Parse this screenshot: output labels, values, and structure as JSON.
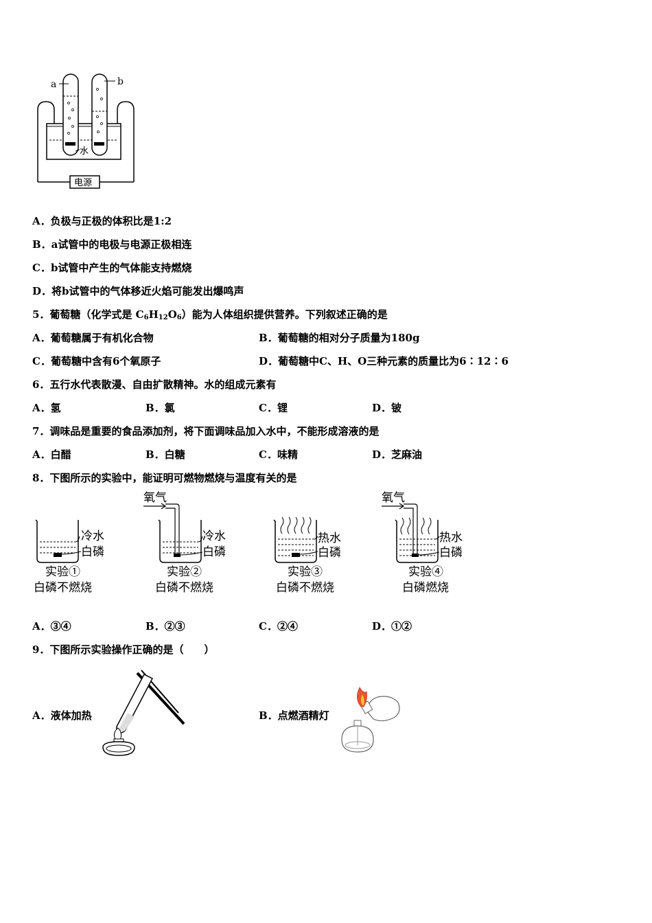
{
  "q4": {
    "diagram": {
      "label_a": "a",
      "label_b": "b",
      "water": "水",
      "power": "电源"
    },
    "options": [
      "A．负极与正极的体积比是1:2",
      "B．a试管中的电极与电源正极相连",
      "C．b试管中产生的气体能支持燃烧",
      "D．将b试管中的气体移近火焰可能发出爆鸣声"
    ]
  },
  "q5": {
    "stem_pre": "5．葡萄糖（化学式是 C",
    "sub1": "6",
    "h": "H",
    "sub2": "12",
    "o": "O",
    "sub3": "6",
    "stem_post": "）能为人体组织提供营养。下列叙述正确的是",
    "options": [
      "A．葡萄糖属于有机化合物",
      "B．葡萄糖的相对分子质量为180g",
      "C．葡萄糖中含有6个氧原子",
      "D．葡萄糖中C、H、O三种元素的质量比为6∶12∶6"
    ]
  },
  "q6": {
    "stem": "6．五行水代表散漫、自由扩散精神。水的组成元素有",
    "options": [
      "A．氢",
      "B．氯",
      "C．锂",
      "D．铍"
    ]
  },
  "q7": {
    "stem": "7．调味品是重要的食品添加剂，将下面调味品加入水中，不能形成溶液的是",
    "options": [
      "A．白醋",
      "B．白糖",
      "C．味精",
      "D．芝麻油"
    ]
  },
  "q8": {
    "stem": "8．下图所示的实验中，能证明可燃物燃烧与温度有关的是",
    "experiments": [
      {
        "water": "冷水",
        "phosphorus": "白磷",
        "oxygen": "",
        "title": "实验①",
        "result": "白磷不燃烧"
      },
      {
        "water": "冷水",
        "phosphorus": "白磷",
        "oxygen": "氧气",
        "title": "实验②",
        "result": "白磷不燃烧"
      },
      {
        "water": "热水",
        "phosphorus": "白磷",
        "oxygen": "",
        "title": "实验③",
        "result": "白磷不燃烧"
      },
      {
        "water": "热水",
        "phosphorus": "白磷",
        "oxygen": "氧气",
        "title": "实验④",
        "result": "白磷燃烧"
      }
    ],
    "options": [
      "A．③④",
      "B．②③",
      "C．②④",
      "D．①②"
    ]
  },
  "q9": {
    "stem": "9．下图所示实验操作正确的是（　　）",
    "options": [
      "A．液体加热",
      "B．点燃酒精灯"
    ]
  }
}
